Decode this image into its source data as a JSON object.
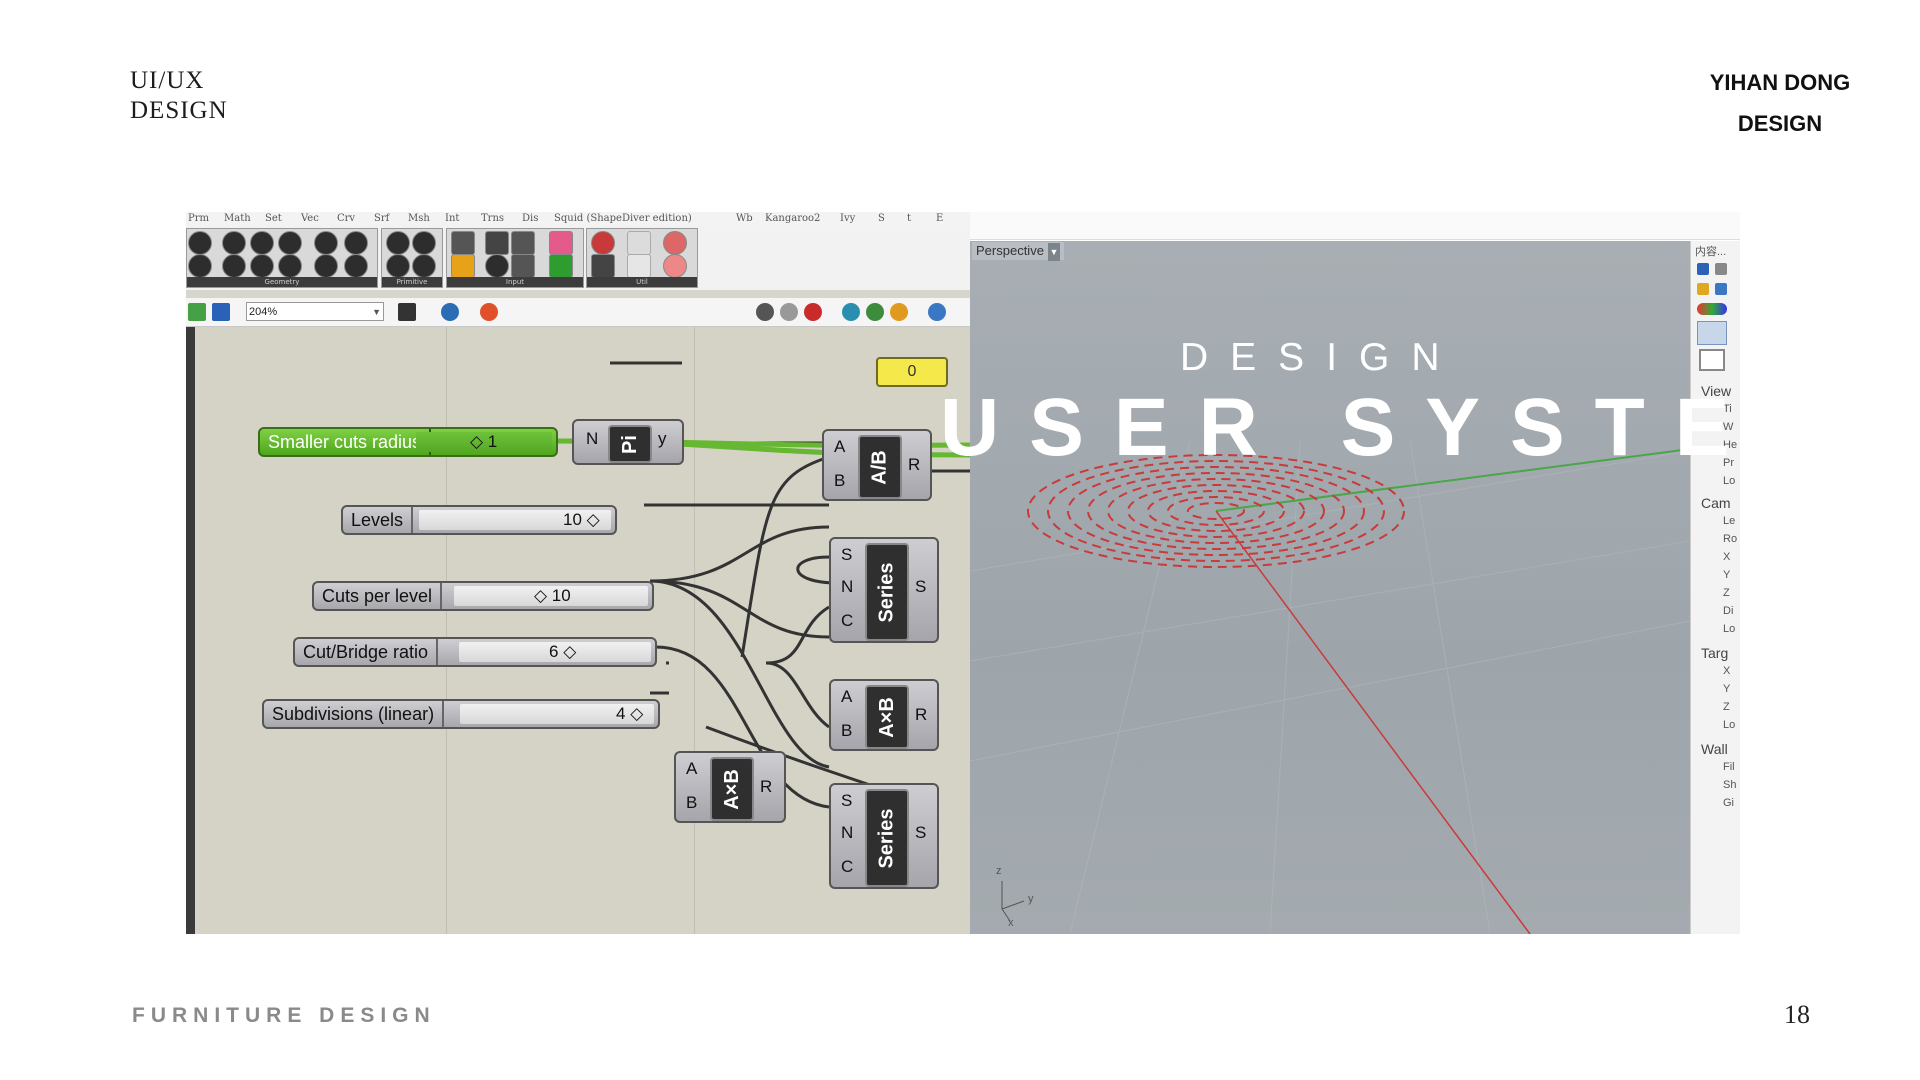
{
  "slide": {
    "corner_top_left_line1": "UI/UX",
    "corner_top_left_line2": "DESIGN",
    "corner_top_right_line1": "YIHAN DONG",
    "corner_top_right_line2": "DESIGN",
    "title_small": "DESIGN",
    "title_big": "USER SYSTEM",
    "footer_left": "FURNITURE DESIGN",
    "page_number": "18"
  },
  "grasshopper": {
    "menu_tabs": [
      "Prm",
      "Math",
      "Set",
      "Vec",
      "Crv",
      "Srf",
      "Msh",
      "Int",
      "Trns",
      "Dis",
      "Squid (ShapeDiver edition)",
      "Wb",
      "Kangaroo2",
      "Ivy",
      "S",
      "t",
      "E"
    ],
    "ribbon_panels": [
      "Geometry",
      "Primitive",
      "Input",
      "Util"
    ],
    "zoom": "204%",
    "panel_value": "0",
    "sliders": [
      {
        "label": "Smaller cuts radius",
        "value": "1"
      },
      {
        "label": "Levels",
        "value": "10"
      },
      {
        "label": "Cuts per level",
        "value": "10"
      },
      {
        "label": "Cut/Bridge ratio",
        "value": "6"
      },
      {
        "label": "Subdivisions (linear)",
        "value": "4"
      }
    ],
    "components": {
      "pi": {
        "in": "N",
        "core": "Pi",
        "out": "y"
      },
      "division": {
        "in_a": "A",
        "in_b": "B",
        "core": "A/B",
        "out": "R"
      },
      "series1": {
        "in_s": "S",
        "in_n": "N",
        "in_c": "C",
        "core": "Series",
        "out": "S"
      },
      "mult1": {
        "in_a": "A",
        "in_b": "B",
        "core": "A×B",
        "out": "R"
      },
      "mult2": {
        "in_a": "A",
        "in_b": "B",
        "core": "A×B",
        "out": "R"
      },
      "series2": {
        "in_s": "S",
        "in_n": "N",
        "in_c": "C",
        "core": "Series",
        "out": "S"
      }
    }
  },
  "rhino": {
    "viewport_label": "Perspective",
    "side_top": "内容...",
    "side_sections": [
      {
        "title": "View",
        "items": [
          "Ti",
          "W",
          "He",
          "Pr",
          "Lo"
        ]
      },
      {
        "title": "Cam",
        "items": [
          "Le",
          "Ro",
          "X",
          "Y",
          "Z",
          "Di",
          "Lo"
        ]
      },
      {
        "title": "Targ",
        "items": [
          "X",
          "Y",
          "Z",
          "Lo"
        ]
      },
      {
        "title": "Wall",
        "items": [
          "Fil",
          "Sh",
          "Gi"
        ]
      }
    ],
    "axis_labels": {
      "z": "z",
      "y": "y",
      "x": "x"
    }
  },
  "colors": {
    "slider_green": "#5db52a",
    "panel_yellow": "#f5e84a",
    "curve_red": "#c93a3a",
    "axis_green": "#4aa64a"
  }
}
